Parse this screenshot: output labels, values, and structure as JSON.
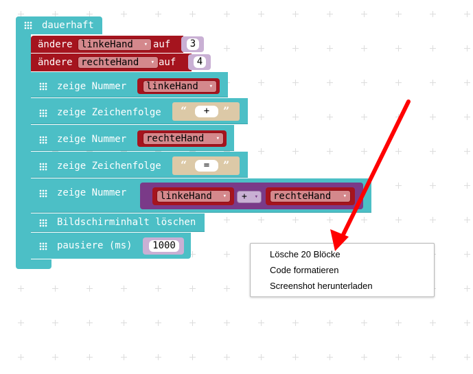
{
  "workspace": {
    "forever_label": "dauerhaft",
    "blocks": {
      "change1": {
        "prefix": "ändere",
        "var": "linkeHand",
        "mid": "auf",
        "value": "3"
      },
      "change2": {
        "prefix": "ändere",
        "var": "rechteHand",
        "mid": "auf",
        "value": "4"
      },
      "show1": {
        "label": "zeige Nummer",
        "var": "linkeHand"
      },
      "show2": {
        "label": "zeige Zeichenfolge",
        "value": "+"
      },
      "show3": {
        "label": "zeige Nummer",
        "var": "rechteHand"
      },
      "show4": {
        "label": "zeige Zeichenfolge",
        "value": "="
      },
      "show5": {
        "label": "zeige Nummer",
        "left_var": "linkeHand",
        "op": "+",
        "right_var": "rechteHand"
      },
      "clear": {
        "label": "Bildschirminhalt löschen"
      },
      "pause": {
        "label": "pausiere (ms)",
        "value": "1000"
      }
    },
    "quote_open": "“",
    "quote_close": "”",
    "dropdown_glyph": "▾"
  },
  "context_menu": {
    "items": [
      "Lösche 20 Blöcke",
      "Code formatieren",
      "Screenshot herunterladen"
    ]
  },
  "colors": {
    "loops_teal": "#4cbfc6",
    "variables_red": "#a5141e",
    "math_purple": "#7a3a88",
    "text_tan": "#dcc9a7",
    "annotation_arrow": "#ff0000"
  }
}
